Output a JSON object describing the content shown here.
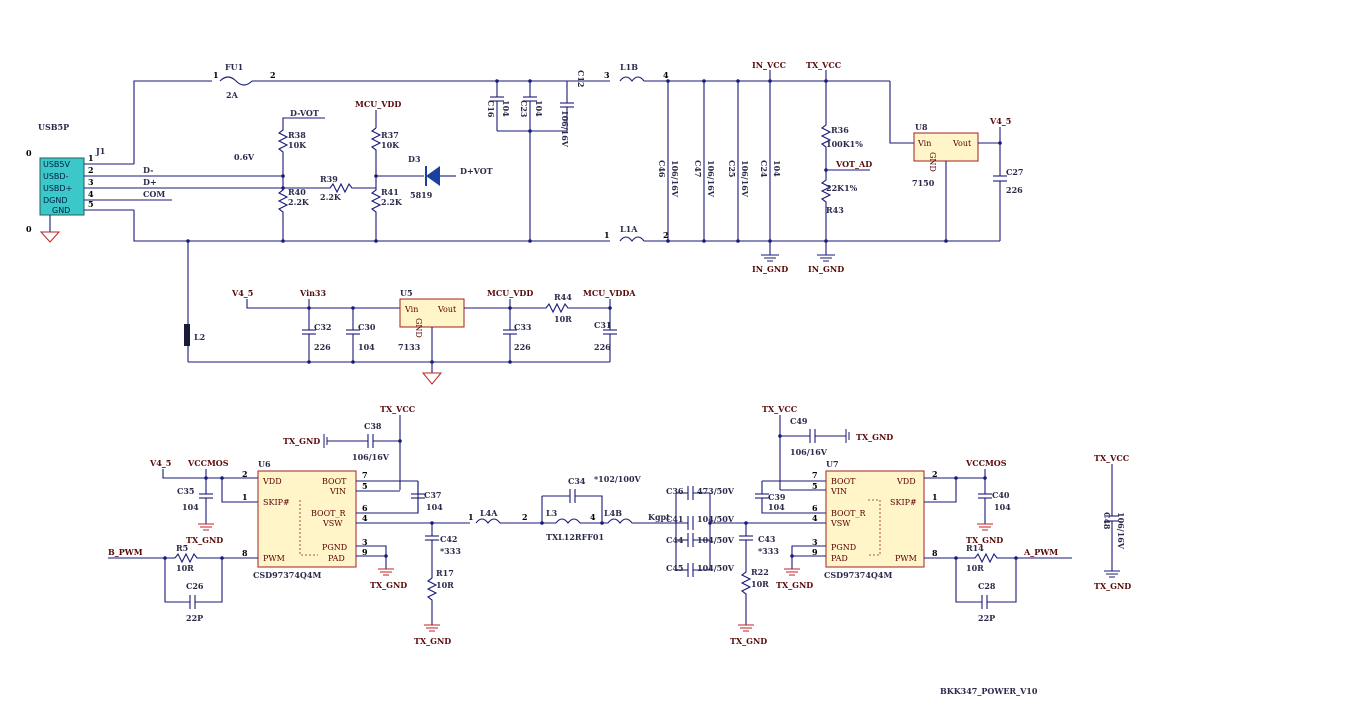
{
  "usb": {
    "ref": "USB5P",
    "pins": [
      "USB5V",
      "USBD-",
      "USBD+",
      "DGND",
      "GND"
    ],
    "pin_numbers": [
      "1",
      "2",
      "3",
      "4",
      "5"
    ],
    "jref": "J1",
    "net_dm": "D-",
    "net_dp": "D+",
    "net_com": "COM",
    "mark0": "0"
  },
  "fuse": {
    "ref": "FU1",
    "value": "2A",
    "pin1": "1",
    "pin2": "2"
  },
  "top": {
    "r38": "R38",
    "r38v": "10K",
    "d_vot": "D-VOT",
    "v06": "0.6V",
    "r40": "R40",
    "r40v": "2.2K",
    "r39": "R39",
    "r39v": "2.2K",
    "mcu_vdd": "MCU_VDD",
    "r37": "R37",
    "r37v": "10K",
    "r41": "R41",
    "r41v": "2.2K",
    "d3": "D3",
    "d3v": "5819",
    "dpvot": "D+VOT",
    "c16": "C16",
    "c16v": "104",
    "c23": "C23",
    "c23v": "104",
    "c12": "C12",
    "c12v": "106/16V",
    "l1b": "L1B",
    "l1b_p1": "3",
    "l1b_p2": "4",
    "l1a": "L1A",
    "l1a_p1": "1",
    "l1a_p2": "2",
    "c46": "C46",
    "c46v": "106/16V",
    "c47": "C47",
    "c47v": "106/16V",
    "c25": "C25",
    "c25v": "106/16V",
    "c24": "C24",
    "c24v": "104",
    "in_vcc": "IN_VCC",
    "tx_vcc": "TX_VCC",
    "r36": "R36",
    "r36v": "100K1%",
    "vot_ad": "VOT_AD",
    "r43v": "22K1%",
    "r43": "R43",
    "in_gnd1": "IN_GND",
    "in_gnd2": "IN_GND",
    "u8": "U8",
    "u8vin": "Vin",
    "u8vout": "Vout",
    "u8gnd": "GND",
    "u8part": "7150",
    "v45": "V4_5",
    "c27": "C27",
    "c27v": "226"
  },
  "mid": {
    "v45": "V4_5",
    "vin33": "Vin33",
    "c32": "C32",
    "c32v": "226",
    "c30": "C30",
    "c30v": "104",
    "u5": "U5",
    "u5vin": "Vin",
    "u5vout": "Vout",
    "u5gnd": "GND",
    "u5part": "7133",
    "mcu_vdd": "MCU_VDD",
    "c33": "C33",
    "c33v": "226",
    "r44": "R44",
    "r44v": "10R",
    "mcu_vdda": "MCU_VDDA",
    "c31": "C31",
    "c31v": "226",
    "l2": "L2"
  },
  "left_driver": {
    "tx_gnd_a": "TX_GND",
    "c38": "C38",
    "c38v": "106/16V",
    "tx_vcc": "TX_VCC",
    "v45": "V4_5",
    "vccmos": "VCCMOS",
    "u6": "U6",
    "pins_left": [
      "VDD",
      "SKIP#",
      "PWM"
    ],
    "pins_right": [
      "BOOT",
      "VIN",
      "BOOT_R",
      "VSW",
      "PGND",
      "PAD"
    ],
    "pin_nums": [
      "2",
      "1",
      "8",
      "7",
      "5",
      "6",
      "4",
      "3",
      "9"
    ],
    "part": "CSD97374Q4M",
    "c35": "C35",
    "c35v": "104",
    "tx_gnd_b": "TX_GND",
    "b_pwm": "B_PWM",
    "r5": "R5",
    "r5v": "10R",
    "c26": "C26",
    "c26v": "22P",
    "c37": "C37",
    "c37v": "104",
    "tx_gnd_c": "TX_GND",
    "c42": "C42",
    "c42v": "*333",
    "r17": "R17",
    "r17v": "10R",
    "tx_gnd_d": "TX_GND"
  },
  "center": {
    "l4a": "L4A",
    "l4a_p1": "1",
    "l4a_p2": "2",
    "c34": "C34",
    "c34v": "*102/100V",
    "l3": "L3",
    "l3v": "TXL12RFF01",
    "l4b": "L4B",
    "l4b_p": "4",
    "kgpt": "Kgpt",
    "c36": "C36",
    "c36v": "473/50V",
    "c41": "C41",
    "c41v": "104/50V",
    "c44": "C44",
    "c44v": "104/50V",
    "c45": "C45",
    "c45v": "104/50V",
    "c43": "C43",
    "c43v": "*333",
    "r22": "R22",
    "r22v": "10R",
    "tx_gnd": "TX_GND"
  },
  "right_driver": {
    "tx_vcc": "TX_VCC",
    "c49": "C49",
    "c49v": "106/16V",
    "tx_gnd_a": "TX_GND",
    "c39": "C39",
    "c39v": "104",
    "u7": "U7",
    "pins_left": [
      "BOOT",
      "VIN",
      "BOOT_R",
      "VSW",
      "PGND",
      "PAD"
    ],
    "pins_right": [
      "VDD",
      "SKIP#",
      "PWM"
    ],
    "pin_nums": [
      "7",
      "5",
      "6",
      "4",
      "3",
      "9",
      "2",
      "1",
      "8"
    ],
    "part": "CSD97374Q4M",
    "tx_gnd_b": "TX_GND",
    "vccmos": "VCCMOS",
    "c40": "C40",
    "c40v": "104",
    "tx_gnd_c": "TX_GND",
    "r14": "R14",
    "r14v": "10R",
    "a_pwm": "A_PWM",
    "c28": "C28",
    "c28v": "22P"
  },
  "far_right": {
    "tx_vcc": "TX_VCC",
    "c48": "C48",
    "c48v": "106/16V",
    "tx_gnd": "TX_GND"
  },
  "footer": {
    "title": "BKK347_POWER_V10"
  }
}
